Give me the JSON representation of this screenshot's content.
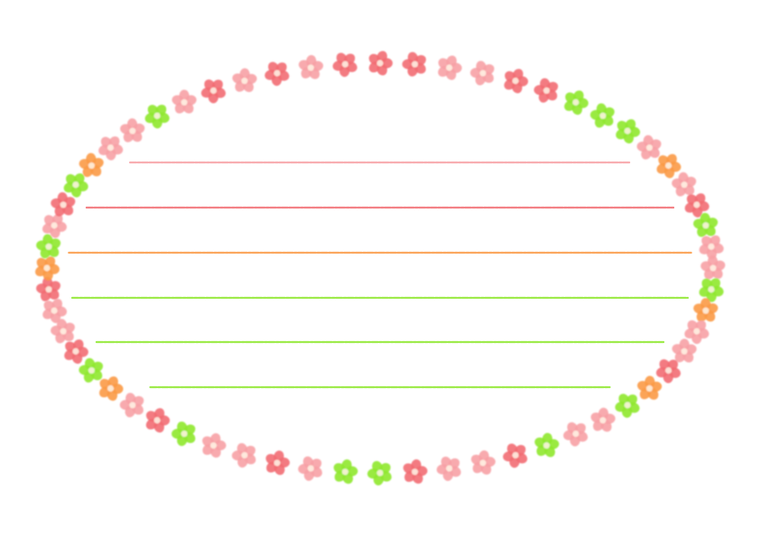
{
  "palette": {
    "red": "#f26d73",
    "pink": "#f7a1a5",
    "orange": "#fb9a45",
    "green": "#8fe82e",
    "center_light": "#fff4e6"
  },
  "ring_sequence": [
    "red",
    "red",
    "pink",
    "pink",
    "red",
    "red",
    "green",
    "green",
    "green",
    "pink",
    "orange",
    "pink",
    "red",
    "green",
    "pink",
    "pink",
    "green",
    "orange",
    "pink",
    "pink",
    "red",
    "orange",
    "green",
    "pink",
    "pink",
    "green",
    "red",
    "pink",
    "pink",
    "red",
    "green",
    "green",
    "pink",
    "red",
    "pink",
    "pink",
    "green",
    "red",
    "pink",
    "orange",
    "green",
    "red",
    "pink",
    "pink",
    "red",
    "orange",
    "green",
    "pink",
    "red",
    "green",
    "orange",
    "pink",
    "pink",
    "green",
    "pink",
    "red",
    "pink",
    "red",
    "pink",
    "red"
  ],
  "lines": [
    {
      "color": "pink"
    },
    {
      "color": "red"
    },
    {
      "color": "orange"
    },
    {
      "color": "green"
    },
    {
      "color": "green"
    },
    {
      "color": "green"
    }
  ]
}
